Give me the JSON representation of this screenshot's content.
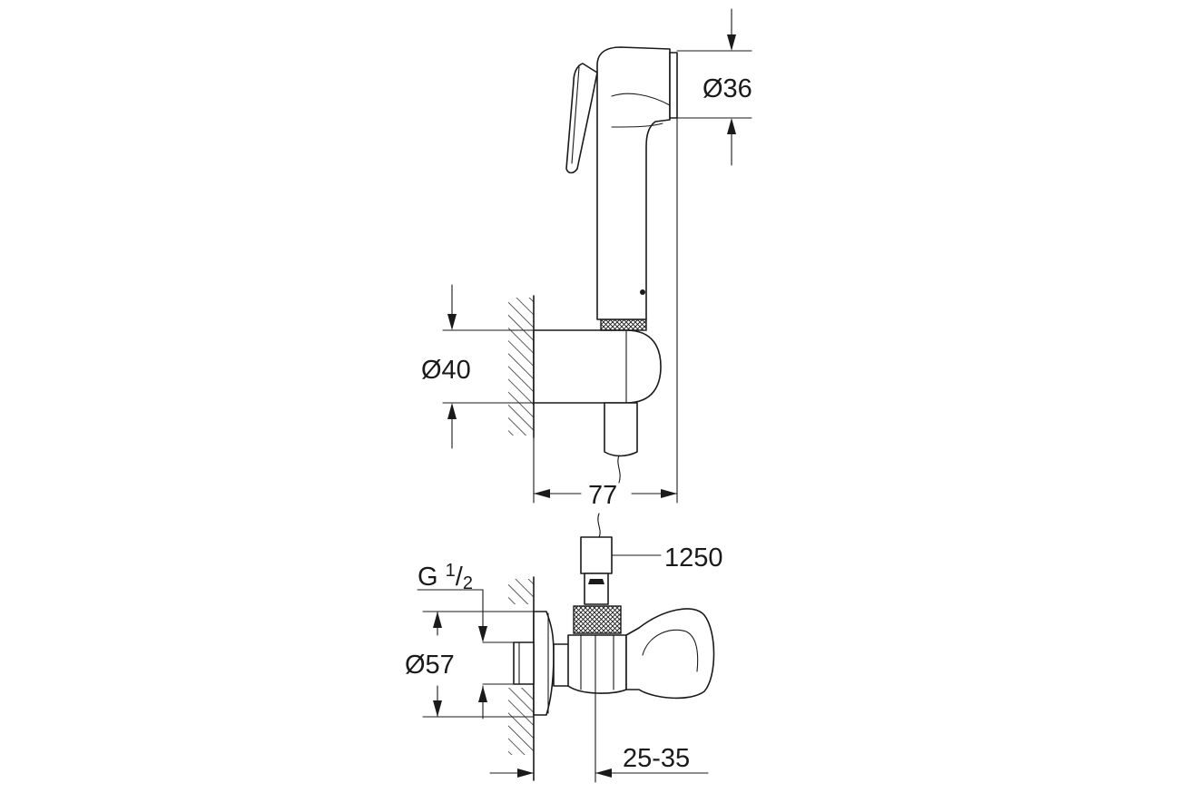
{
  "drawing": {
    "dimensions": {
      "handset_diameter": "Ø36",
      "holder_diameter": "Ø40",
      "holder_projection": "77",
      "hose_length": "1250",
      "thread_main": "G ",
      "thread_num": "1",
      "thread_slash": "/",
      "thread_den": "2",
      "rosette_diameter": "Ø57",
      "valve_depth": "25-35"
    }
  }
}
